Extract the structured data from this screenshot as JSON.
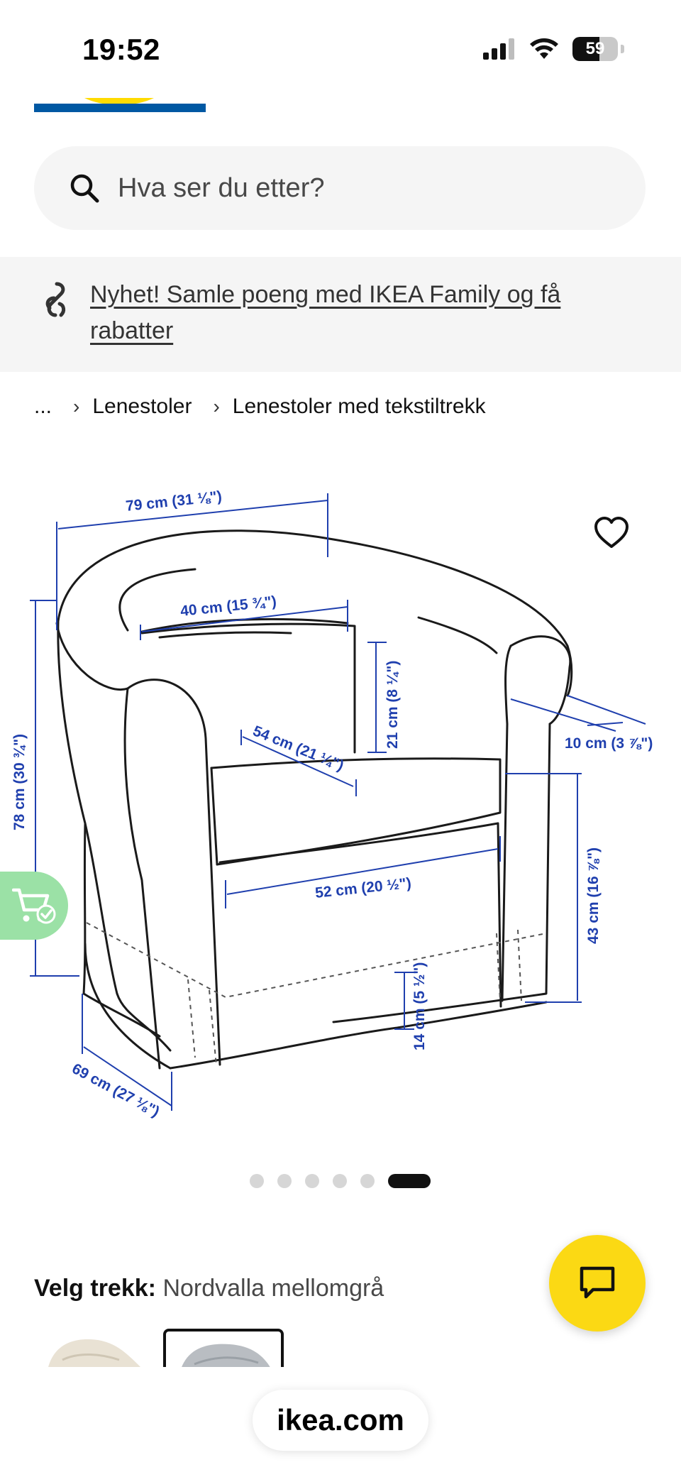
{
  "status_bar": {
    "time": "19:52",
    "battery_level": "59",
    "icons": [
      "signal-icon",
      "wifi-icon",
      "battery-icon"
    ]
  },
  "search": {
    "placeholder": "Hva ser du etter?",
    "icon": "search-icon"
  },
  "promo": {
    "icon": "ikea-family-icon",
    "text": "Nyhet! Samle poeng med IKEA Family og få rabatter"
  },
  "breadcrumb": {
    "ellipsis": "...",
    "items": [
      "Lenestoler",
      "Lenestoler med tekstiltrekk"
    ]
  },
  "product_image": {
    "dimensions": {
      "width": "79 cm (31 ⅛\")",
      "seat_width_back": "40 cm (15 ¾\")",
      "back_cushion_height": "21 cm (8 ¼\")",
      "seat_depth": "54 cm (21 ¼\")",
      "arm_width": "10 cm (3 ⅞\")",
      "height": "78 cm (30 ¾\")",
      "seat_width_front": "52 cm (20 ½\")",
      "seat_height": "43 cm (16 ⅞\")",
      "leg_clearance": "14 cm (5 ½\")",
      "depth": "69 cm (27 ⅛\")"
    }
  },
  "carousel": {
    "total": 6,
    "active_index": 5
  },
  "cover": {
    "label": "Velg trekk:",
    "value": "Nordvalla mellomgrå"
  },
  "browser": {
    "url": "ikea.com"
  },
  "colors": {
    "ikea_blue": "#0058a3",
    "ikea_yellow": "#ffdb00",
    "chat_yellow": "#fbd914",
    "cart_green": "#9be1a6",
    "dimension_blue": "#1f3fae"
  }
}
